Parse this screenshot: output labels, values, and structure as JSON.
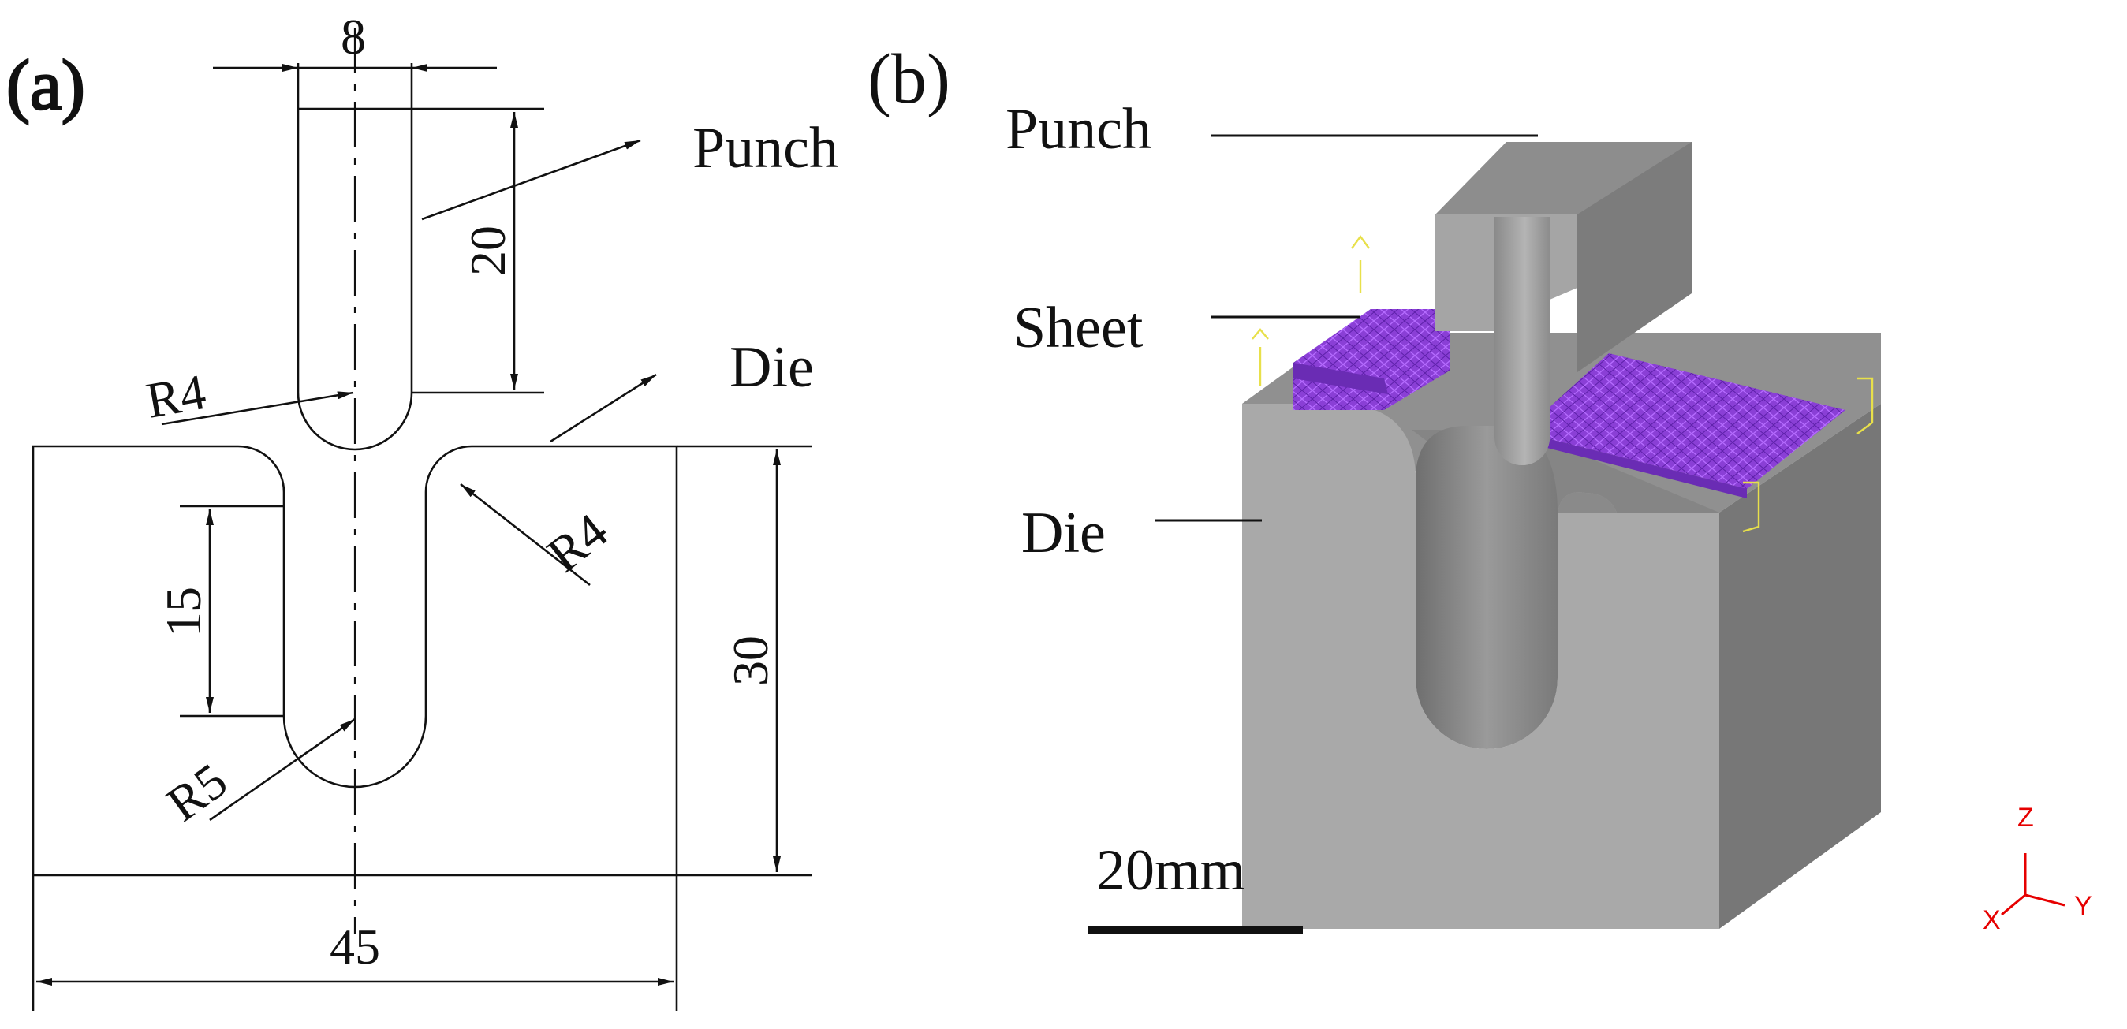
{
  "panel_a": {
    "panel_label": "(a)",
    "label_punch": "Punch",
    "label_die": "Die",
    "dims": {
      "punch_width": "8",
      "punch_height": "20",
      "punch_radius": "R4",
      "die_corner_radius": "R4",
      "groove_depth": "15",
      "groove_radius": "R5",
      "die_height": "30",
      "die_width": "45"
    }
  },
  "panel_b": {
    "panel_label": "(b)",
    "label_punch": "Punch",
    "label_sheet": "Sheet",
    "label_die": "Die",
    "scale_bar": "20mm",
    "axes": {
      "z": "Z",
      "y": "Y",
      "x": "X"
    }
  },
  "colors": {
    "die_front": "#a8a8a8",
    "die_side": "#7d7d7d",
    "die_top": "#8f8f8f",
    "sheet": "#8a3fd6",
    "axis": "#e60000",
    "constraint": "#e8e04a"
  }
}
